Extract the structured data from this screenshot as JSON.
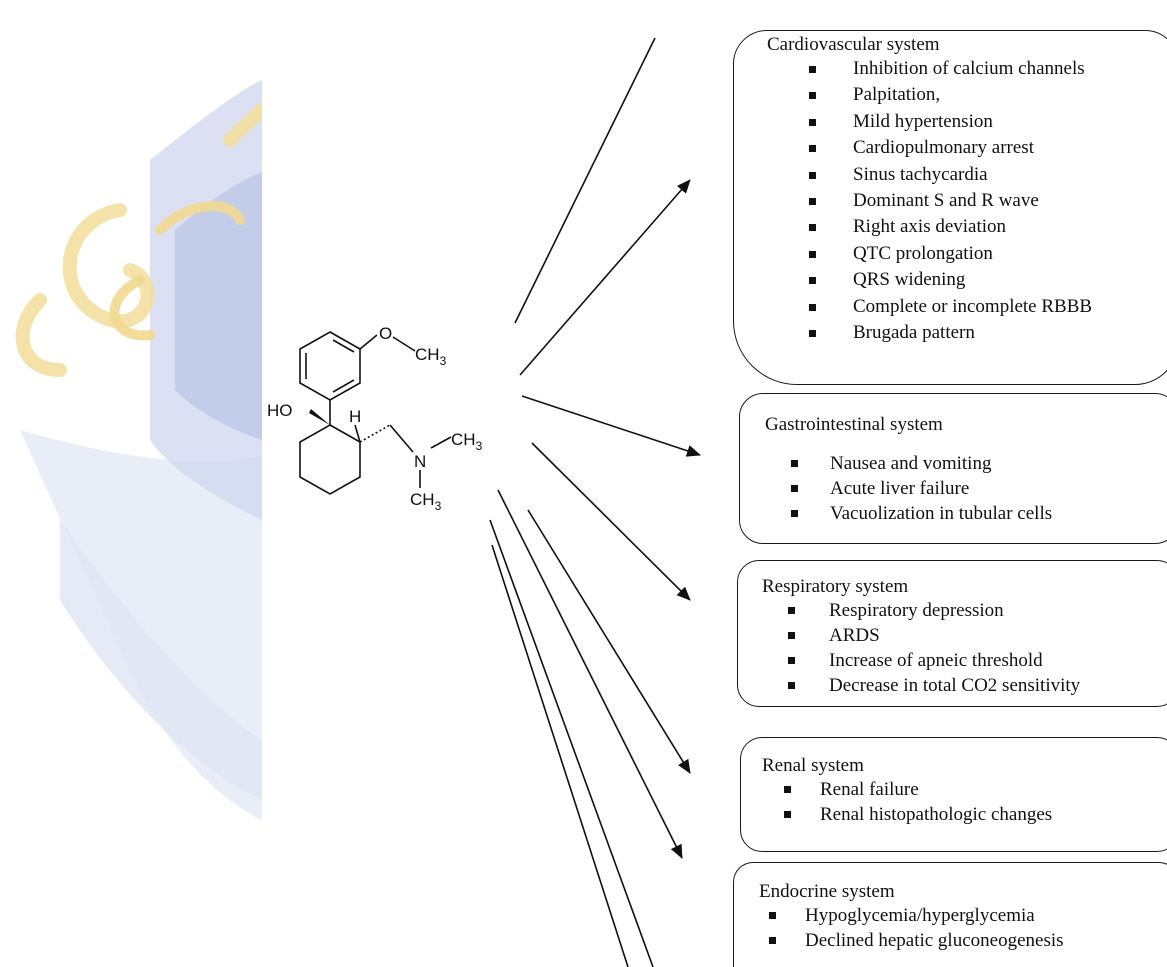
{
  "colors": {
    "watermark_gold": "#f3dfa0",
    "watermark_blue": "#c8d2ee",
    "line": "#111111"
  },
  "molecule": {
    "labels": {
      "o": "O",
      "ch3": "CH",
      "ch3_sub": "3",
      "ho": "HO",
      "h": "H",
      "n": "N",
      "ch3_b": "CH",
      "ch3_b_sub": "3",
      "ch3_c": "CH",
      "ch3_c_sub": "3"
    }
  },
  "systems": {
    "cardiovascular": {
      "title": "Cardiovascular system",
      "items": [
        "Inhibition of calcium channels",
        "Palpitation,",
        "Mild hypertension",
        "Cardiopulmonary arrest",
        "Sinus tachycardia",
        "Dominant S and R wave",
        "Right axis deviation",
        "QTC prolongation",
        "QRS widening",
        "Complete or incomplete RBBB",
        "Brugada pattern"
      ]
    },
    "gastrointestinal": {
      "title": "Gastrointestinal system",
      "items": [
        "Nausea and vomiting",
        "Acute liver failure",
        "Vacuolization in tubular cells"
      ]
    },
    "respiratory": {
      "title": "Respiratory system",
      "items": [
        "Respiratory depression",
        "ARDS",
        "Increase of apneic threshold",
        "Decrease in total CO2 sensitivity"
      ]
    },
    "renal": {
      "title": "Renal system",
      "items": [
        "Renal failure",
        "Renal histopathologic changes"
      ]
    },
    "endocrine": {
      "title": "Endocrine system",
      "items": [
        "Hypoglycemia/hyperglycemia",
        "Declined hepatic gluconeogenesis"
      ]
    }
  }
}
